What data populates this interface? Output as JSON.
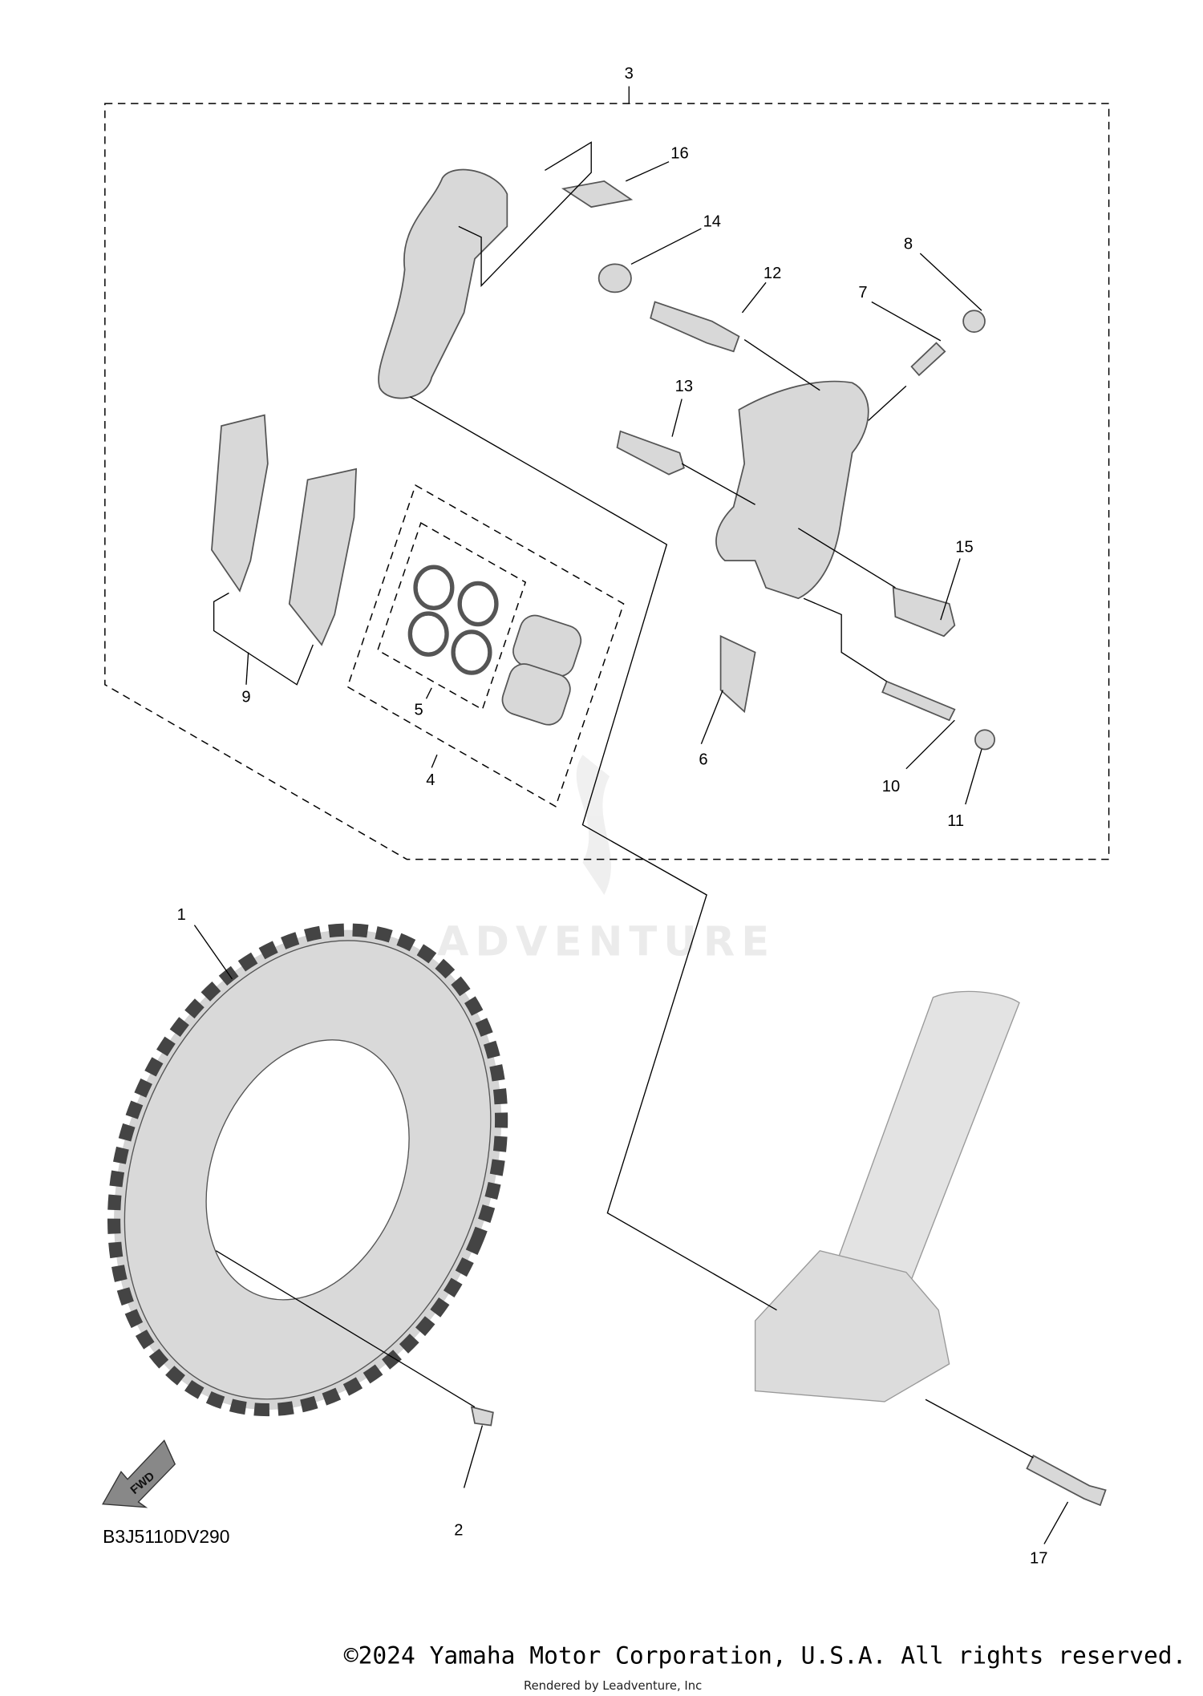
{
  "diagram": {
    "callouts": [
      "1",
      "2",
      "3",
      "4",
      "5",
      "6",
      "7",
      "8",
      "9",
      "10",
      "11",
      "12",
      "13",
      "14",
      "15",
      "16",
      "17"
    ],
    "diagram_code": "B3J5110DV290",
    "fwd_arrow_label": "FWD",
    "watermark": "ADVENTURE"
  },
  "footer": {
    "copyright": "©2024 Yamaha Motor Corporation, U.S.A. All rights reserved.",
    "rendered_by": "Rendered by Leadventure, Inc"
  }
}
